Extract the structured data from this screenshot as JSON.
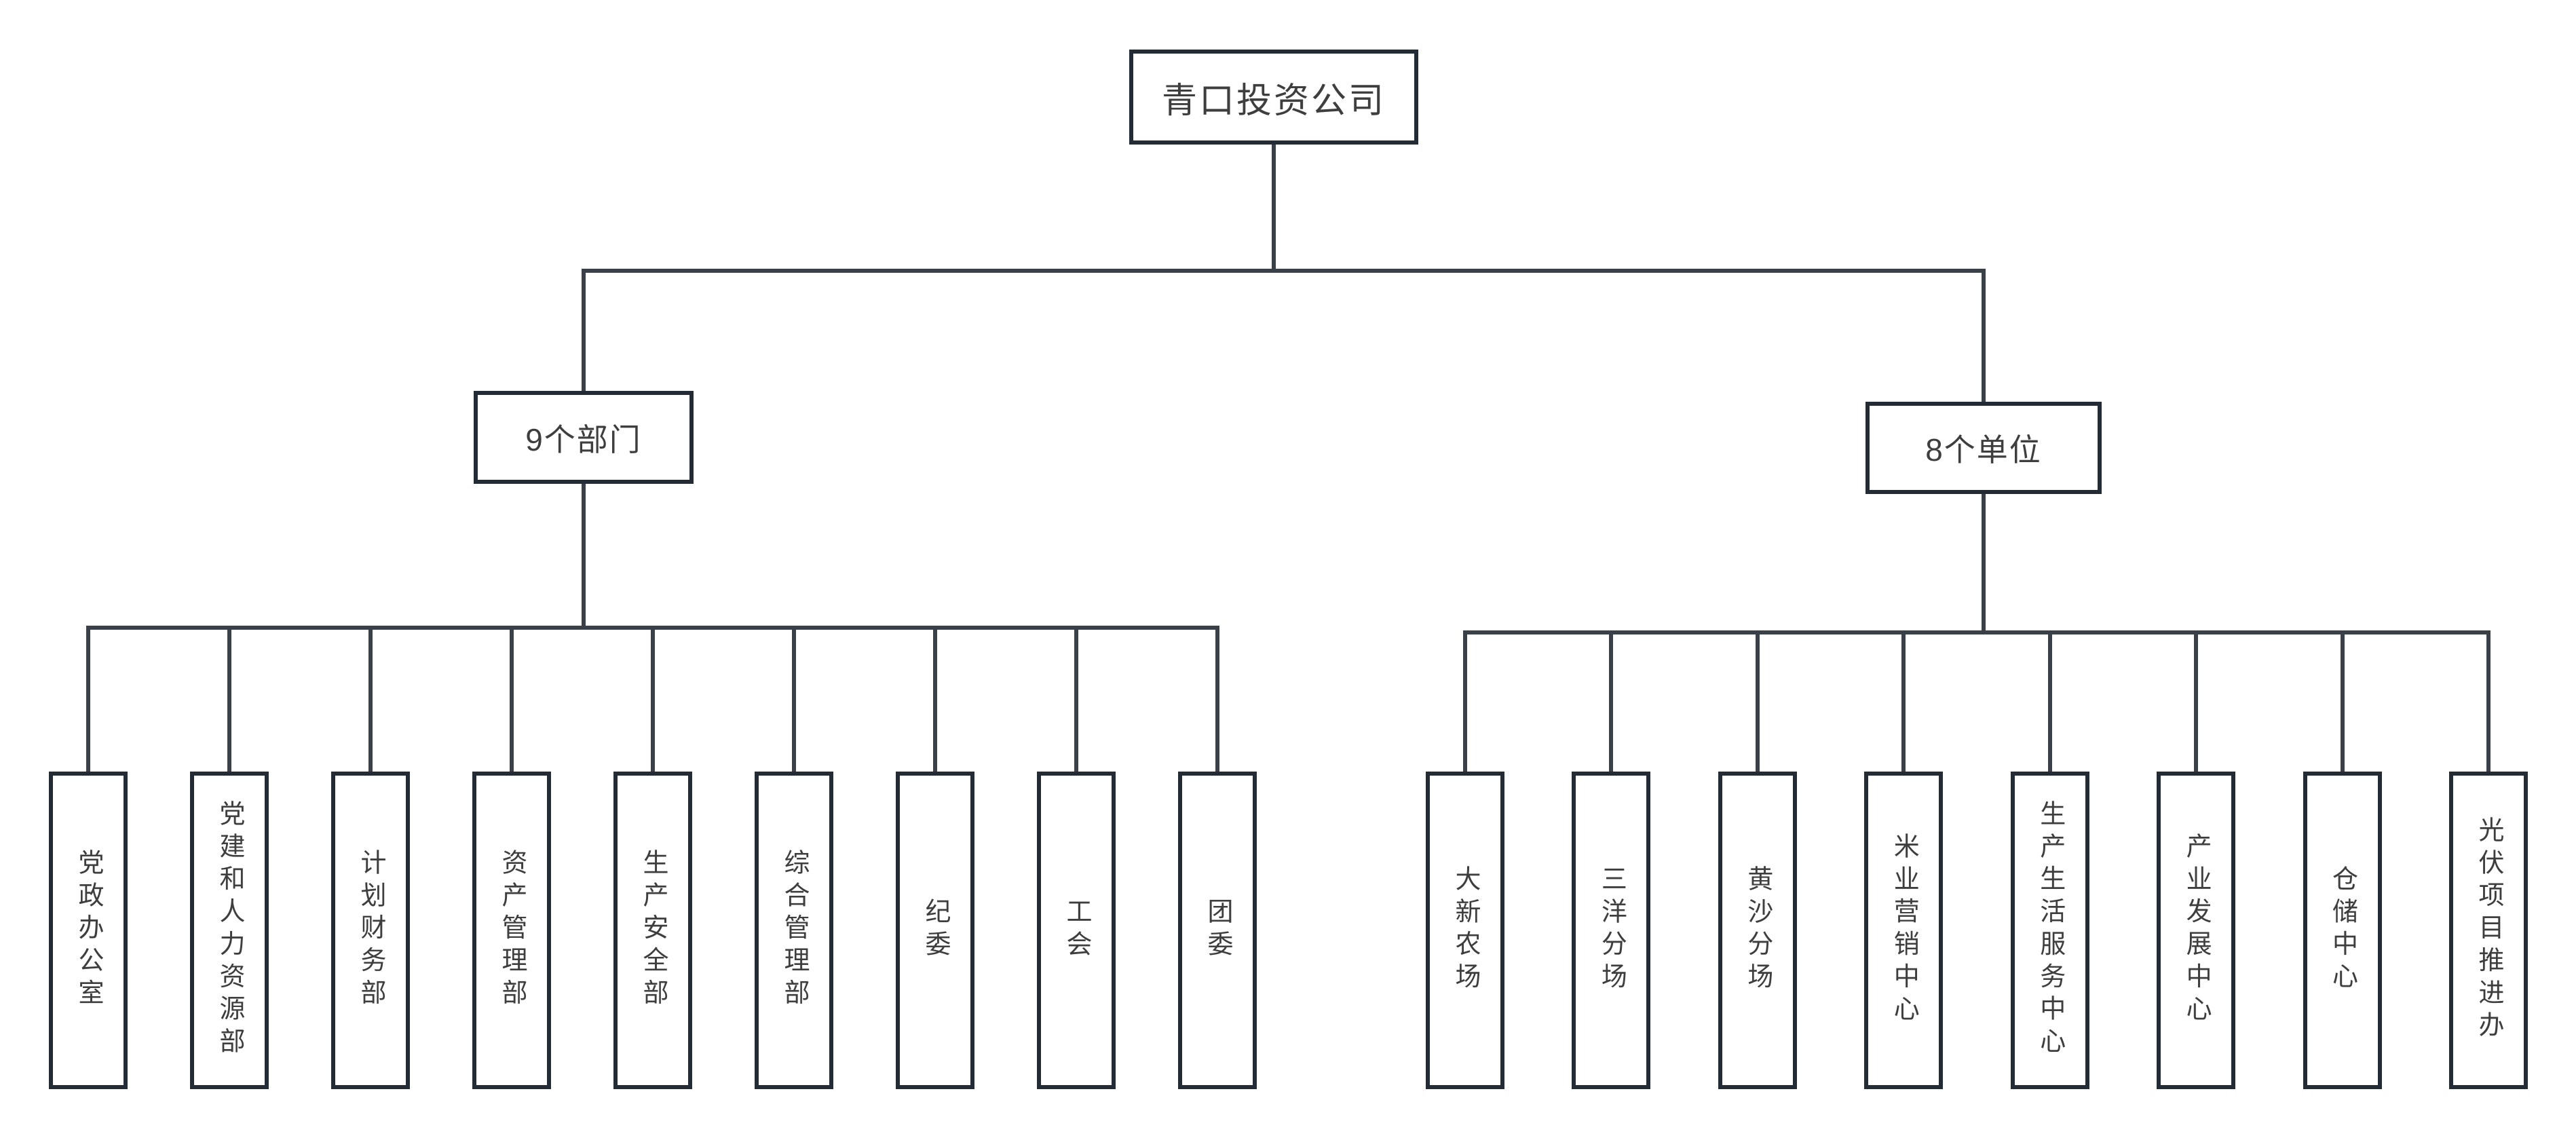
{
  "chart": {
    "type": "org-chart",
    "root": {
      "label": "青口投资公司"
    },
    "branches": [
      {
        "label": "9个部门",
        "children": [
          "党政办公室",
          "党建和人力资源部",
          "计划财务部",
          "资产管理部",
          "生产安全部",
          "综合管理部",
          "纪委",
          "工会",
          "团委"
        ]
      },
      {
        "label": "8个单位",
        "children": [
          "大新农场",
          "三洋分场",
          "黄沙分场",
          "米业营销中心",
          "生产生活服务中心",
          "产业发展中心",
          "仓储中心",
          "光伏项目推进办"
        ]
      }
    ]
  },
  "colors": {
    "connector_line": "#3a4047",
    "box_border": "#232b34",
    "text": "#3e3e3e",
    "background": "#ffffff"
  }
}
